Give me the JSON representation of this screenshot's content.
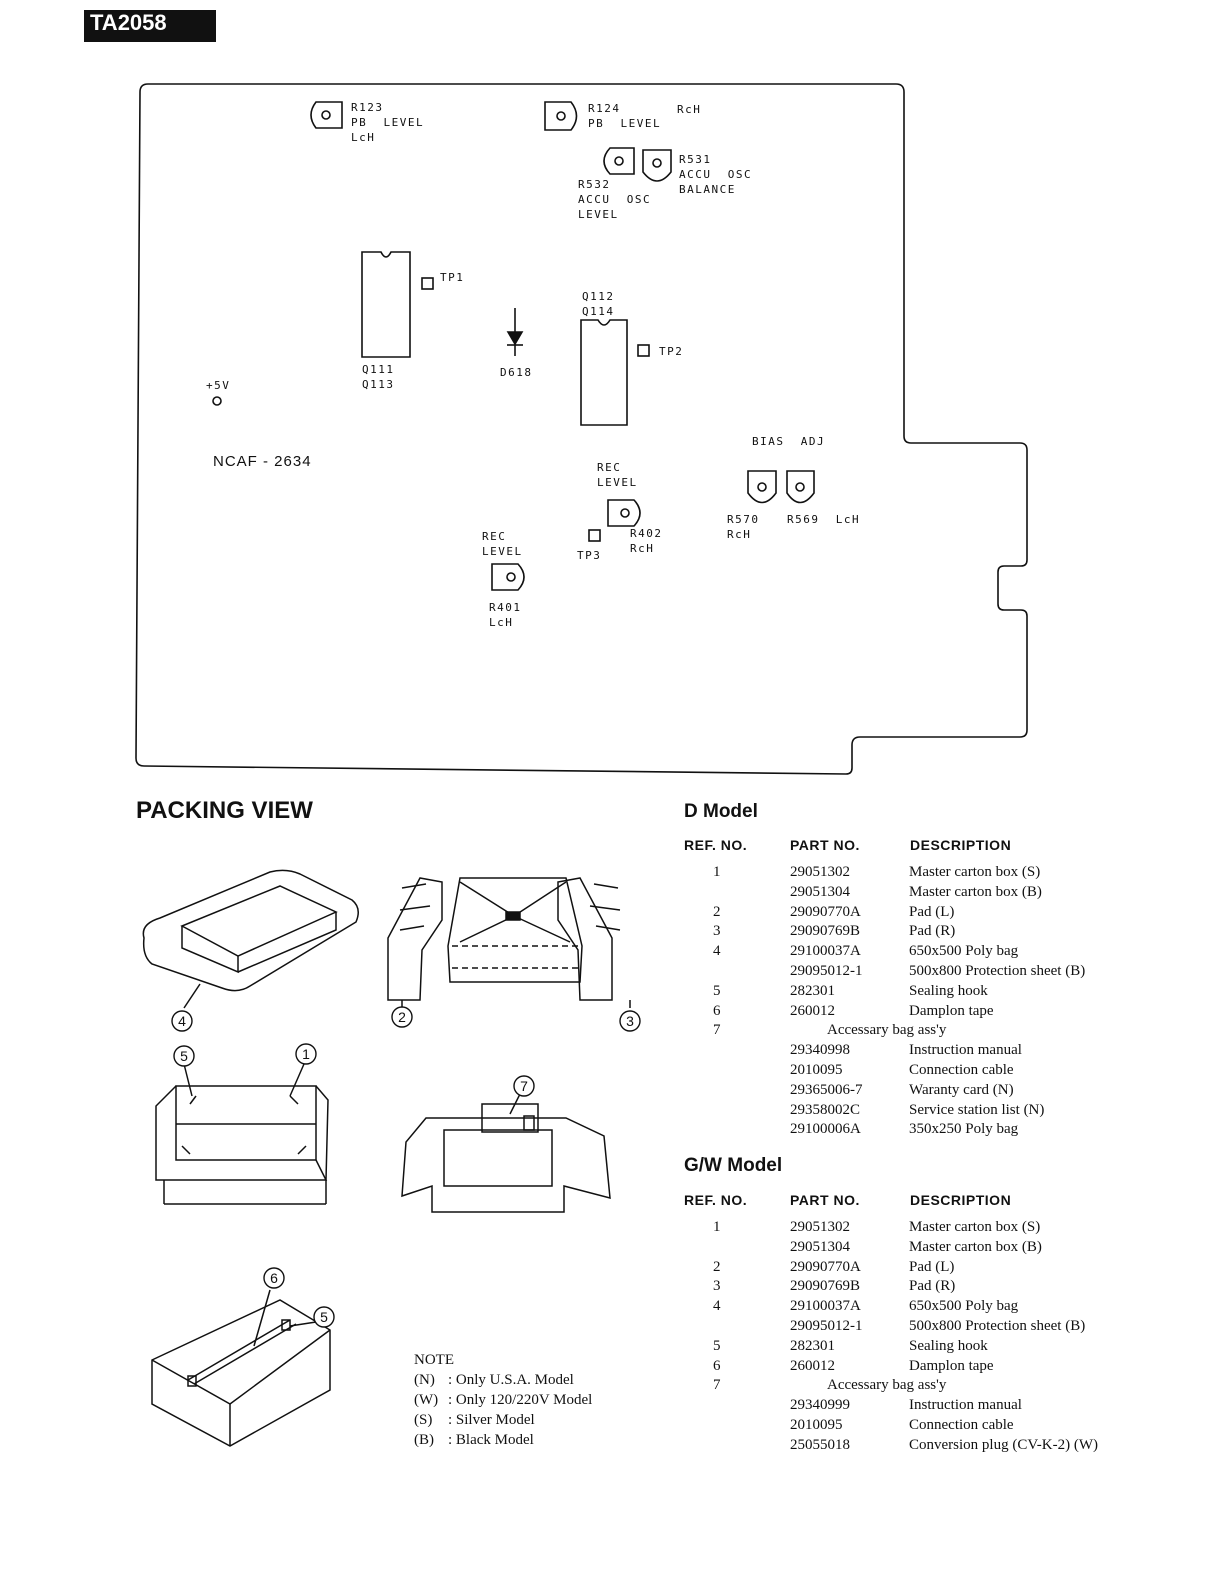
{
  "page": {
    "header_code": "TA2058"
  },
  "pcb": {
    "board_id": "NCAF - 2634",
    "labels": {
      "r123": "R123\nPB  LEVEL\nLcH",
      "r124": "R124\nPB  LEVEL",
      "r124_ch": "RcH",
      "r531": "R531\nACCU  OSC\nBALANCE",
      "r532": "R532\nACCU  OSC\nLEVEL",
      "tp1": "TP1",
      "tp2": "TP2",
      "tp3": "TP3",
      "q112": "Q112\nQ114",
      "q111": "Q111\nQ113",
      "d618": "D618",
      "v5": "+5V",
      "bias_adj": "BIAS  ADJ",
      "r570": "R570\nRcH",
      "r569": "R569  LcH",
      "rec_level_right": "REC\nLEVEL",
      "r402": "R402\nRcH",
      "rec_level_left": "REC\nLEVEL",
      "r401": "R401\nLcH"
    }
  },
  "packing": {
    "title": "PACKING VIEW",
    "callouts": [
      "4",
      "2",
      "3",
      "5",
      "1",
      "7",
      "6",
      "5"
    ],
    "note": {
      "title": "NOTE",
      "items": [
        {
          "code": "(N)",
          "text": ": Only U.S.A. Model"
        },
        {
          "code": "(W)",
          "text": ": Only 120/220V Model"
        },
        {
          "code": "(S)",
          "text": ": Silver Model"
        },
        {
          "code": "(B)",
          "text": ": Black Model"
        }
      ]
    }
  },
  "d_model": {
    "title": "D Model",
    "headers": {
      "ref": "REF. NO.",
      "part": "PART NO.",
      "desc": "DESCRIPTION"
    },
    "rows": [
      {
        "ref": "1",
        "part": "29051302",
        "desc": "Master carton box (S)"
      },
      {
        "ref": "",
        "part": "29051304",
        "desc": "Master carton box (B)"
      },
      {
        "ref": "2",
        "part": "29090770A",
        "desc": "Pad (L)"
      },
      {
        "ref": "3",
        "part": "29090769B",
        "desc": "Pad (R)"
      },
      {
        "ref": "4",
        "part": "29100037A",
        "desc": "650x500 Poly bag"
      },
      {
        "ref": "",
        "part": "29095012-1",
        "desc": "500x800 Protection sheet (B)"
      },
      {
        "ref": "5",
        "part": "282301",
        "desc": "Sealing hook"
      },
      {
        "ref": "6",
        "part": "260012",
        "desc": "Damplon tape"
      },
      {
        "ref": "7",
        "span": "Accessary bag ass'y"
      },
      {
        "ref": "",
        "part": "29340998",
        "desc": "Instruction manual"
      },
      {
        "ref": "",
        "part": "2010095",
        "desc": "Connection cable"
      },
      {
        "ref": "",
        "part": "29365006-7",
        "desc": "Waranty card (N)"
      },
      {
        "ref": "",
        "part": "29358002C",
        "desc": "Service station list (N)"
      },
      {
        "ref": "",
        "part": "29100006A",
        "desc": "350x250 Poly bag"
      }
    ]
  },
  "gw_model": {
    "title": "G/W Model",
    "headers": {
      "ref": "REF. NO.",
      "part": "PART NO.",
      "desc": "DESCRIPTION"
    },
    "rows": [
      {
        "ref": "1",
        "part": "29051302",
        "desc": "Master carton box (S)"
      },
      {
        "ref": "",
        "part": "29051304",
        "desc": "Master carton box (B)"
      },
      {
        "ref": "2",
        "part": "29090770A",
        "desc": "Pad (L)"
      },
      {
        "ref": "3",
        "part": "29090769B",
        "desc": "Pad (R)"
      },
      {
        "ref": "4",
        "part": "29100037A",
        "desc": "650x500 Poly bag"
      },
      {
        "ref": "",
        "part": "29095012-1",
        "desc": "500x800 Protection sheet (B)"
      },
      {
        "ref": "5",
        "part": "282301",
        "desc": "Sealing hook"
      },
      {
        "ref": "6",
        "part": "260012",
        "desc": "Damplon tape"
      },
      {
        "ref": "7",
        "span": "Accessary bag ass'y"
      },
      {
        "ref": "",
        "part": "29340999",
        "desc": "Instruction manual"
      },
      {
        "ref": "",
        "part": "2010095",
        "desc": "Connection cable"
      },
      {
        "ref": "",
        "part": "25055018",
        "desc": "Conversion plug (CV-K-2) (W)"
      }
    ]
  }
}
